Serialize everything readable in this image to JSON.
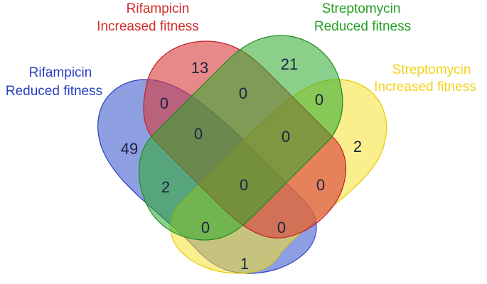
{
  "sets": [
    {
      "id": "rif_reduced",
      "line1": "Rifampicin",
      "line2": "Reduced fitness",
      "color": "#2a3fbf",
      "fill": "#3050c8"
    },
    {
      "id": "rif_increased",
      "line1": "Rifampicin",
      "line2": "Increased fitness",
      "color": "#d22b2b",
      "fill": "#d83a3a"
    },
    {
      "id": "strep_reduced",
      "line1": "Streptomycin",
      "line2": "Reduced fitness",
      "color": "#22a022",
      "fill": "#2aaa2a"
    },
    {
      "id": "strep_increased",
      "line1": "Streptomycin",
      "line2": "Increased fitness",
      "color": "#f2d21a",
      "fill": "#f5e030"
    }
  ],
  "counts": {
    "rif_increased_only": "13",
    "strep_reduced_only": "21",
    "rif_reduced_only": "49",
    "strep_increased_only": "2",
    "rif_reduced_and_rif_increased": "0",
    "rif_increased_and_strep_reduced": "0",
    "strep_reduced_and_strep_increased": "0",
    "rif_reduced_rif_increased_strep_reduced": "0",
    "rif_increased_strep_reduced_strep_increased": "0",
    "rif_reduced_and_strep_reduced": "2",
    "all_four": "0",
    "rif_increased_and_strep_increased": "0",
    "rif_reduced_strep_reduced_strep_increased": "0",
    "rif_reduced_rif_increased_strep_increased": "0",
    "rif_reduced_and_strep_increased": "1"
  }
}
